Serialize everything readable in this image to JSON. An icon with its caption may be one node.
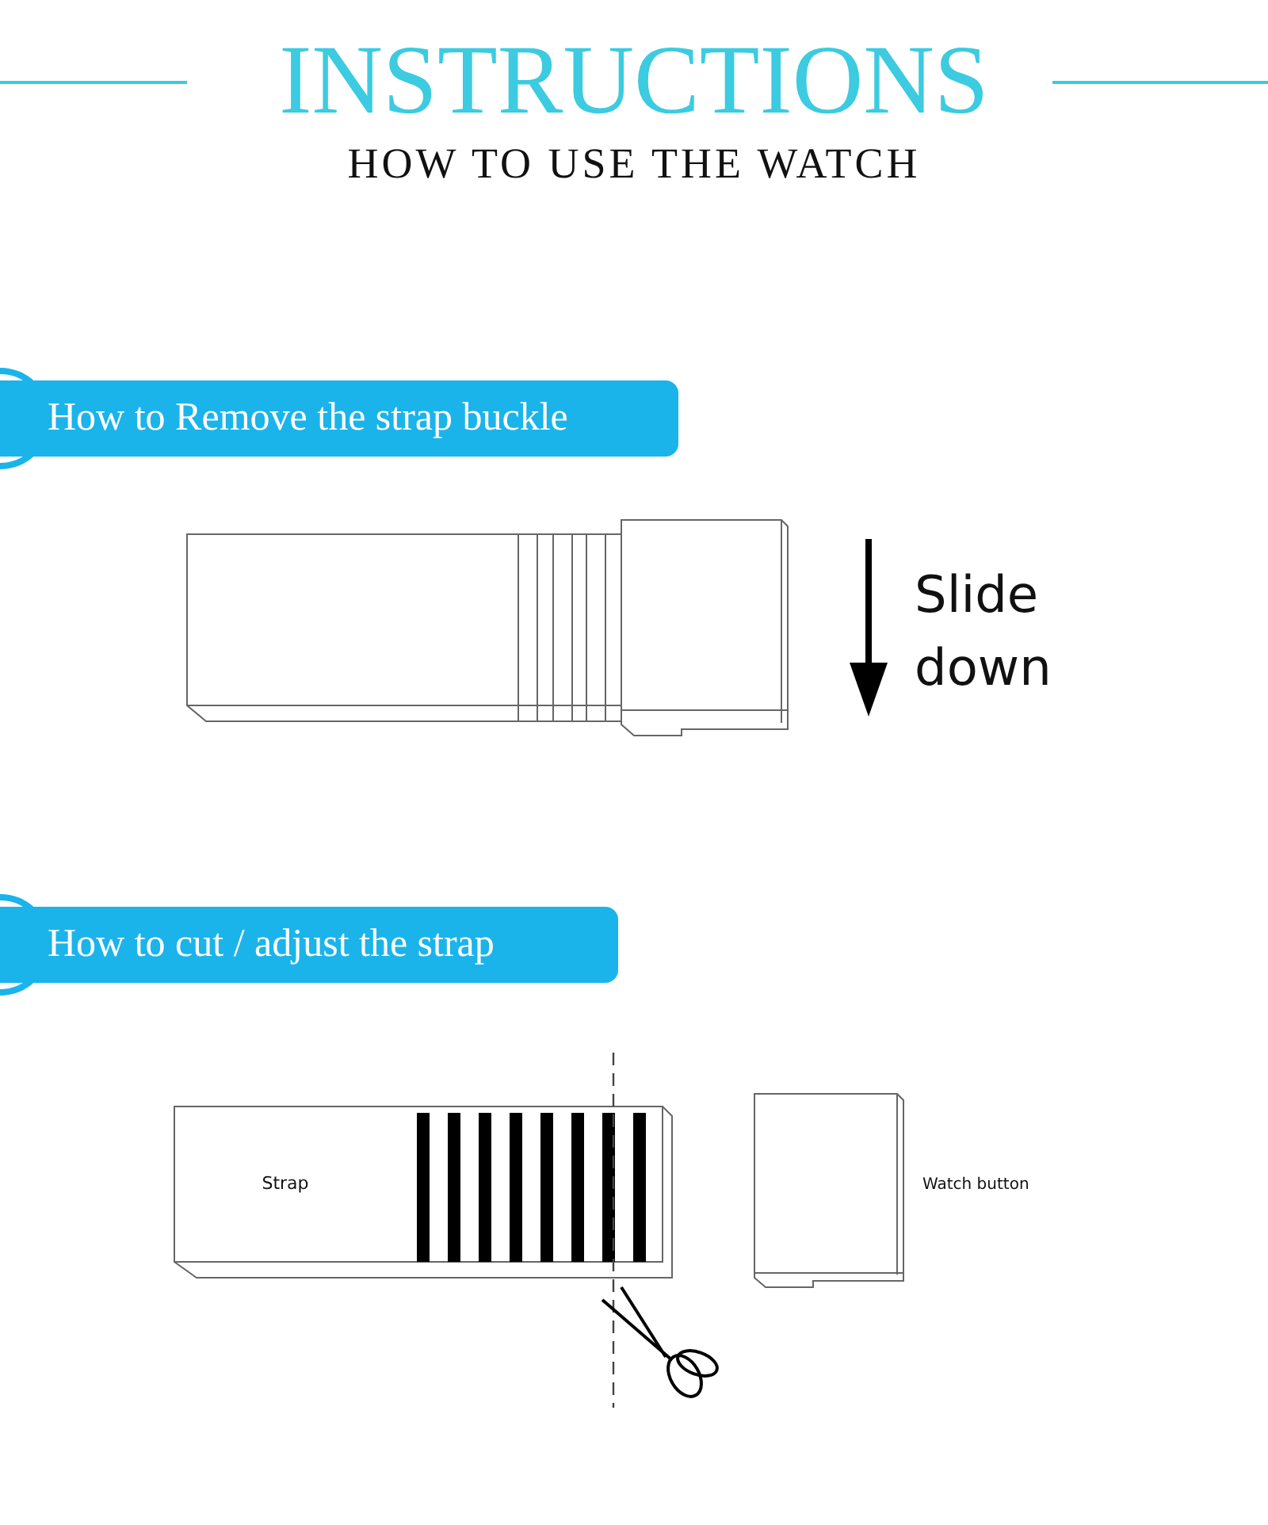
{
  "diagram": {
    "title": "INSTRUCTIONS",
    "nodes": [
      {
        "text": [
          "How to Remove the strap buckle"
        ]
      },
      {
        "text": [
          "How to cut / adjust the strap"
        ]
      }
    ],
    "labels": [
      "HOW TO USE THE WATCH",
      "Slide down",
      "Strap",
      "Watch button"
    ]
  }
}
